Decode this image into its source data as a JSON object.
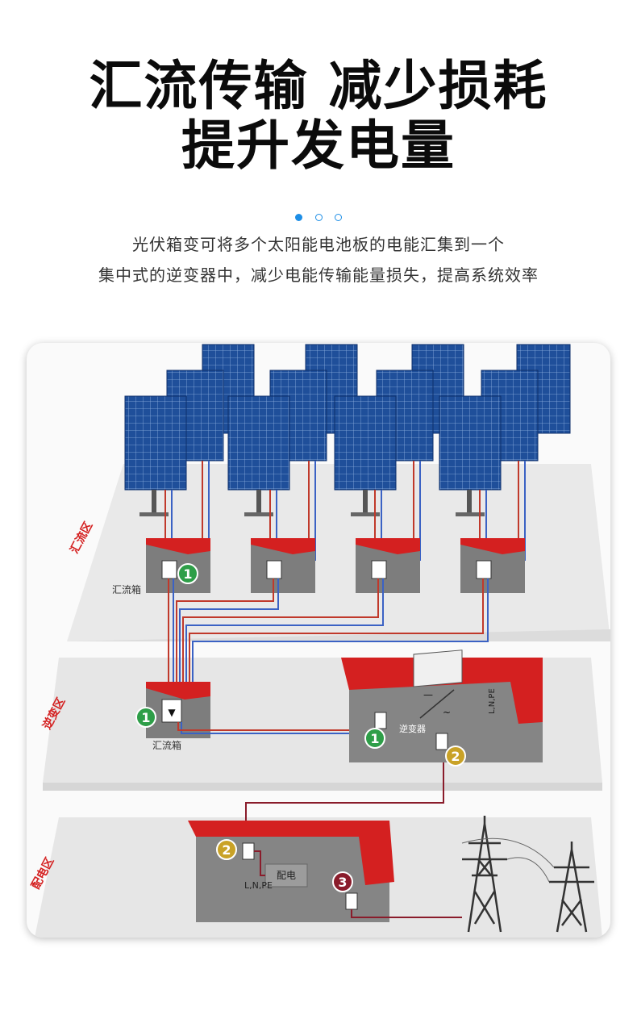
{
  "title": {
    "line1": "汇流传输 减少损耗",
    "line2": "提升发电量"
  },
  "pager": {
    "total": 3,
    "active": 1
  },
  "description": {
    "line1": "光伏箱变可将多个太阳能电池板的电能汇集到一个",
    "line2": "集中式的逆变器中，减少电能传输能量损失，提高系统效率"
  },
  "diagram": {
    "zones": {
      "zone1": "汇流区",
      "zone2": "逆变区",
      "zone3": "配电区"
    },
    "labels": {
      "combiner_box_1": "汇流箱",
      "combiner_box_2": "汇流箱",
      "inverter": "逆变器",
      "lnpe_1": "L,N,PE",
      "lnpe_2": "L,N,PE",
      "distribution": "配电"
    },
    "badges": {
      "b1a": "1",
      "b1b": "1",
      "b1c": "1",
      "b2a": "2",
      "b2b": "2",
      "b3": "3"
    },
    "colors": {
      "panel_blue": "#1f4f9a",
      "wire_red": "#c0392b",
      "wire_blue": "#3b62c4",
      "box_red": "#d42020",
      "badge_green": "#2e9e48",
      "badge_gold": "#c9a227",
      "badge_maroon": "#8a1c2b"
    }
  }
}
